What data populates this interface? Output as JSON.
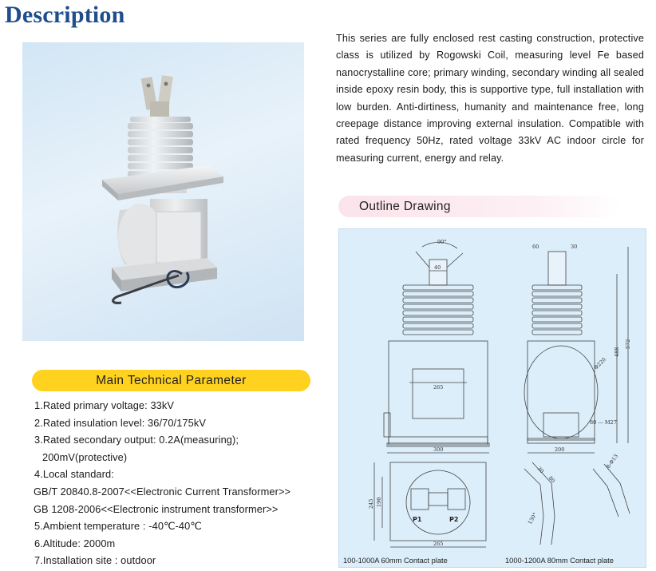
{
  "page": {
    "title": "Description"
  },
  "description": "This series are fully enclosed rest casting construction, protective class is utilized by Rogowski Coil, measuring level Fe based nanocrystalline core; primary winding, secondary winding all sealed inside epoxy resin body, this is supportive type, full installation with low burden. Anti-dirtiness, humanity and maintenance free, long creepage distance improving external insulation. Compatible with rated frequency 50Hz, rated voltage 33kV AC indoor circle for measuring current, energy and relay.",
  "sections": {
    "main_param": "Main Technical Parameter",
    "outline": "Outline Drawing"
  },
  "params": [
    "1.Rated primary voltage: 33kV",
    "2.Rated insulation level: 36/70/175kV",
    "3.Rated secondary output: 0.2A(measuring);",
    "200mV(protective)",
    "4.Local standard:",
    "GB/T 20840.8-2007<<Electronic Current Transformer>>",
    "GB 1208-2006<<Electronic instrument transformer>>",
    "5.Ambient temperature : -40℃-40℃",
    "6.Altitude: 2000m",
    "7.Installation site : outdoor"
  ],
  "drawing": {
    "dims": {
      "angle": "90°",
      "top_w": "40",
      "a60": "60",
      "a30": "30",
      "h572": "572",
      "h488": "488",
      "dia": "Φ220",
      "bolt": "80 — M27",
      "w265": "265",
      "w300": "300",
      "w200": "200",
      "w265b": "265",
      "h245": "245",
      "h190": "190",
      "s30a": "30",
      "s80": "80",
      "s130": "130°",
      "s8": "8-Φ13"
    },
    "terminals": {
      "p1": "P1",
      "p2": "P2"
    },
    "captions": {
      "left": "100-1000A 60mm Contact plate",
      "right": "1000-1200A 80mm Contact plate"
    }
  }
}
